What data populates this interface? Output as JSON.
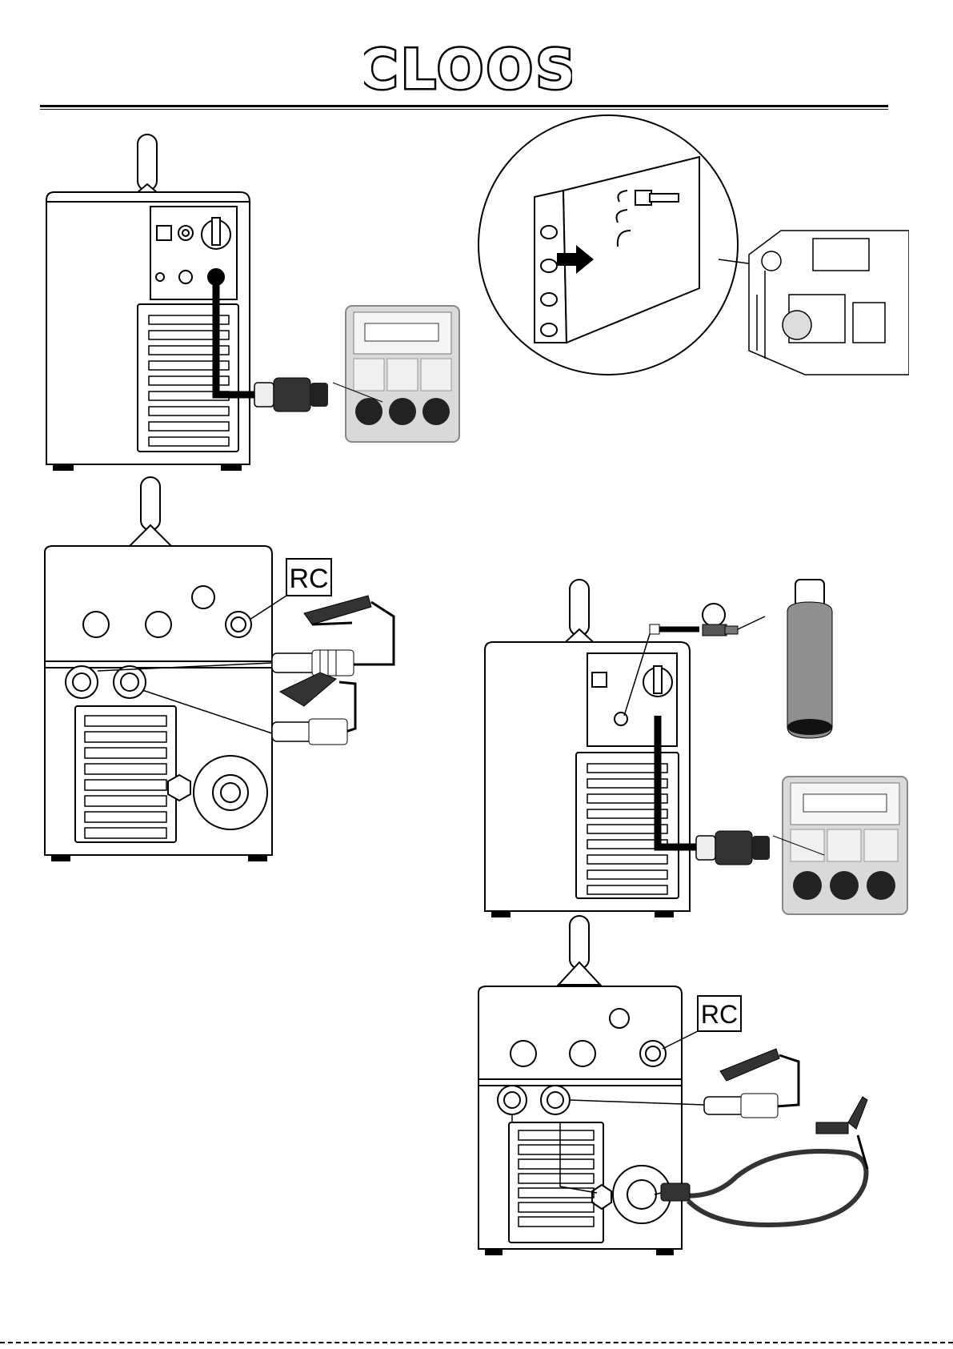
{
  "header": {
    "brand": "CLOOS"
  },
  "figures": {
    "fig_mma_remote": {
      "remote_label": "RC"
    },
    "fig_tig_remote": {
      "remote_label": "RC"
    }
  },
  "colors": {
    "ink": "#000000",
    "cable": "#000000",
    "cylinder": "#8f8f8f",
    "socket_box": "#d9d9d9"
  }
}
